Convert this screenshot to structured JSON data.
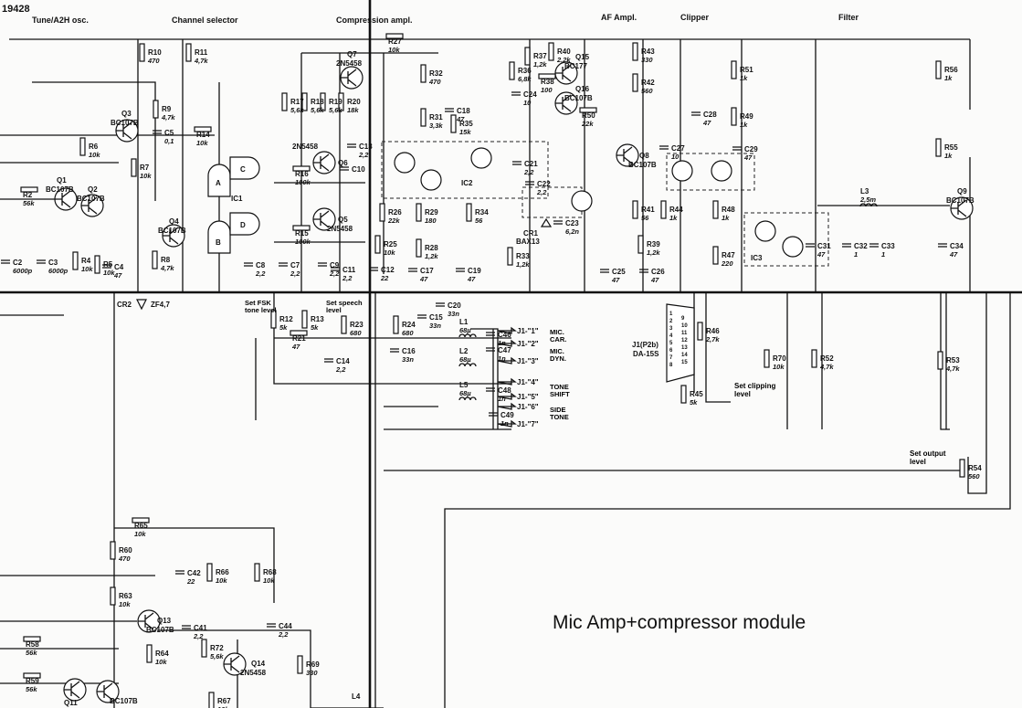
{
  "document_number": "19428",
  "sections": {
    "tune": "Tune/A2H osc.",
    "channel": "Channel selector",
    "compression": "Compression ampl.",
    "af": "AF Ampl.",
    "clipper": "Clipper",
    "filter": "Filter"
  },
  "module_title": "Mic Amp+compressor module",
  "components": {
    "R10": {
      "ref": "R10",
      "value": "470"
    },
    "R11": {
      "ref": "R11",
      "value": "4,7k"
    },
    "R9": {
      "ref": "R9",
      "value": "4,7k"
    },
    "C5": {
      "ref": "C5",
      "value": "0,1"
    },
    "R14": {
      "ref": "R14",
      "value": "10k"
    },
    "R6": {
      "ref": "R6",
      "value": "10k"
    },
    "R7": {
      "ref": "R7",
      "value": "10k"
    },
    "R2": {
      "ref": "R2",
      "value": "56k"
    },
    "R4": {
      "ref": "R4",
      "value": "10k"
    },
    "R5": {
      "ref": "R5",
      "value": "10k"
    },
    "C4": {
      "ref": "C4",
      "value": "47"
    },
    "C2": {
      "ref": "C2",
      "value": "6000p"
    },
    "C3": {
      "ref": "C3",
      "value": "6000p"
    },
    "R8": {
      "ref": "R8",
      "value": "4,7k"
    },
    "R17": {
      "ref": "R17",
      "value": "5,6k"
    },
    "R18": {
      "ref": "R18",
      "value": "5,6k"
    },
    "R19": {
      "ref": "R19",
      "value": "5,6k"
    },
    "R20": {
      "ref": "R20",
      "value": "18k"
    },
    "R27": {
      "ref": "R27",
      "value": "10k"
    },
    "R16": {
      "ref": "R16",
      "value": "100k"
    },
    "R15": {
      "ref": "R15",
      "value": "100k"
    },
    "C8": {
      "ref": "C8",
      "value": "2,2"
    },
    "C7": {
      "ref": "C7",
      "value": "2,2"
    },
    "C9": {
      "ref": "C9",
      "value": "2,2"
    },
    "C11": {
      "ref": "C11",
      "value": "2,2"
    },
    "C13": {
      "ref": "C13",
      "value": "2,2"
    },
    "C10": {
      "ref": "C10",
      "value": ""
    },
    "C12": {
      "ref": "C12",
      "value": "22"
    },
    "R26": {
      "ref": "R26",
      "value": "22k"
    },
    "R25": {
      "ref": "R25",
      "value": "10k"
    },
    "R29": {
      "ref": "R29",
      "value": "180"
    },
    "R28": {
      "ref": "R28",
      "value": "1,2k"
    },
    "C17": {
      "ref": "C17",
      "value": "47"
    },
    "C19": {
      "ref": "C19",
      "value": "47"
    },
    "R32": {
      "ref": "R32",
      "value": "470"
    },
    "R31": {
      "ref": "R31",
      "value": "3,3k"
    },
    "C18": {
      "ref": "C18",
      "value": "47"
    },
    "R35": {
      "ref": "R35",
      "value": "15k"
    },
    "R36": {
      "ref": "R36",
      "value": "6,8k"
    },
    "R37": {
      "ref": "R37",
      "value": "1,2k"
    },
    "R40": {
      "ref": "R40",
      "value": "2,2k"
    },
    "R38": {
      "ref": "R38",
      "value": "100"
    },
    "R50": {
      "ref": "R50",
      "value": "22k"
    },
    "C24": {
      "ref": "C24",
      "value": "10"
    },
    "C21": {
      "ref": "C21",
      "value": "2,2"
    },
    "C22": {
      "ref": "C22",
      "value": "2,2"
    },
    "C23": {
      "ref": "C23",
      "value": "6,2n"
    },
    "R34": {
      "ref": "R34",
      "value": "56"
    },
    "R33": {
      "ref": "R33",
      "value": "1,2k"
    },
    "R43": {
      "ref": "R43",
      "value": "330"
    },
    "R42": {
      "ref": "R42",
      "value": "560"
    },
    "R41": {
      "ref": "R41",
      "value": "56"
    },
    "R39": {
      "ref": "R39",
      "value": "1,2k"
    },
    "C25": {
      "ref": "C25",
      "value": "47"
    },
    "C26": {
      "ref": "C26",
      "value": "47"
    },
    "C27": {
      "ref": "C27",
      "value": "10"
    },
    "R44": {
      "ref": "R44",
      "value": "1k"
    },
    "C28": {
      "ref": "C28",
      "value": "47"
    },
    "R51": {
      "ref": "R51",
      "value": "1k"
    },
    "R49": {
      "ref": "R49",
      "value": "1k"
    },
    "C29": {
      "ref": "C29",
      "value": "47"
    },
    "R48": {
      "ref": "R48",
      "value": "1k"
    },
    "R47": {
      "ref": "R47",
      "value": "220"
    },
    "R56": {
      "ref": "R56",
      "value": "1k"
    },
    "R55": {
      "ref": "R55",
      "value": "1k"
    },
    "L3": {
      "ref": "L3",
      "value": "2,5m"
    },
    "C31": {
      "ref": "C31",
      "value": "47"
    },
    "C32": {
      "ref": "C32",
      "value": "1"
    },
    "C33": {
      "ref": "C33",
      "value": "1"
    },
    "C34": {
      "ref": "C34",
      "value": "47"
    },
    "R12": {
      "ref": "R12",
      "value": "5k"
    },
    "R13": {
      "ref": "R13",
      "value": "5k"
    },
    "R23": {
      "ref": "R23",
      "value": "680"
    },
    "R24": {
      "ref": "R24",
      "value": "680"
    },
    "R21": {
      "ref": "R21",
      "value": "47"
    },
    "C14": {
      "ref": "C14",
      "value": "2,2"
    },
    "C16": {
      "ref": "C16",
      "value": "33n"
    },
    "C15": {
      "ref": "C15",
      "value": "33n"
    },
    "C20": {
      "ref": "C20",
      "value": "33n"
    },
    "L1": {
      "ref": "L1",
      "value": "68µ"
    },
    "L2": {
      "ref": "L2",
      "value": "68µ"
    },
    "L5": {
      "ref": "L5",
      "value": "68µ"
    },
    "C46": {
      "ref": "C46",
      "value": "1n"
    },
    "C47": {
      "ref": "C47",
      "value": "1n"
    },
    "C48": {
      "ref": "C48",
      "value": "1n"
    },
    "C49": {
      "ref": "C49",
      "value": "1n"
    },
    "R46": {
      "ref": "R46",
      "value": "2,7k"
    },
    "R45": {
      "ref": "R45",
      "value": "5k"
    },
    "R70": {
      "ref": "R70",
      "value": "10k"
    },
    "R52": {
      "ref": "R52",
      "value": "4,7k"
    },
    "R53": {
      "ref": "R53",
      "value": "4,7k"
    },
    "R54": {
      "ref": "R54",
      "value": "560"
    },
    "R65": {
      "ref": "R65",
      "value": "10k"
    },
    "R60": {
      "ref": "R60",
      "value": "470"
    },
    "C42": {
      "ref": "C42",
      "value": "22"
    },
    "R66": {
      "ref": "R66",
      "value": "10k"
    },
    "R68": {
      "ref": "R68",
      "value": "10k"
    },
    "R63": {
      "ref": "R63",
      "value": "10k"
    },
    "C41": {
      "ref": "C41",
      "value": "2,2"
    },
    "C44": {
      "ref": "C44",
      "value": "2,2"
    },
    "R64": {
      "ref": "R64",
      "value": "10k"
    },
    "R72": {
      "ref": "R72",
      "value": "5,6k"
    },
    "R69": {
      "ref": "R69",
      "value": "330"
    },
    "R58": {
      "ref": "R58",
      "value": "56k"
    },
    "R59": {
      "ref": "R59",
      "value": "56k"
    },
    "R67": {
      "ref": "R67",
      "value": "10k"
    },
    "L4": {
      "ref": "L4",
      "value": ""
    }
  },
  "transistors": {
    "Q1": {
      "ref": "Q1",
      "type": "BC107B"
    },
    "Q2": {
      "ref": "Q2",
      "type": "BC107B"
    },
    "Q3": {
      "ref": "Q3",
      "type": "BC107B"
    },
    "Q4": {
      "ref": "Q4",
      "type": "BC107B"
    },
    "Q5": {
      "ref": "Q5",
      "type": "2N5458"
    },
    "Q6": {
      "ref": "Q6",
      "type": "2N5458"
    },
    "Q7": {
      "ref": "Q7",
      "type": "2N5458"
    },
    "Q8": {
      "ref": "Q8",
      "type": "BC107B"
    },
    "Q9": {
      "ref": "Q9",
      "type": "BC107B"
    },
    "Q11": {
      "ref": "Q11",
      "type": ""
    },
    "Q12": {
      "ref": "",
      "type": "BC107B"
    },
    "Q13": {
      "ref": "Q13",
      "type": "BC107B"
    },
    "Q14": {
      "ref": "Q14",
      "type": "2N5458"
    },
    "Q15": {
      "ref": "Q15",
      "type": "BC177"
    },
    "Q16": {
      "ref": "Q16",
      "type": "BC107B"
    }
  },
  "diodes": {
    "CR1": {
      "ref": "CR1",
      "type": "BAX13"
    },
    "CR2": {
      "ref": "CR2",
      "type": "ZF4,7"
    }
  },
  "ics": {
    "IC1": "IC1",
    "IC2": "IC2",
    "IC3": "IC3"
  },
  "gates": {
    "A": "A",
    "B": "B",
    "C": "C",
    "D": "D"
  },
  "adjustments": {
    "fsk": "Set FSK tone level",
    "speech": "Set speech level",
    "clipping": "Set clipping level",
    "output": "Set output level"
  },
  "connector": {
    "name": "J1(P2b)",
    "type": "DA-15S",
    "pins": [
      "1",
      "2",
      "3",
      "4",
      "5",
      "6",
      "7",
      "8",
      "9",
      "10",
      "11",
      "12",
      "13",
      "14",
      "15"
    ],
    "terminals": [
      "J1-\"1\"",
      "J1-\"2\"",
      "J1-\"3\"",
      "J1-\"4\"",
      "J1-\"5\"",
      "J1-\"6\"",
      "J1-\"7\""
    ],
    "groups": {
      "mic_car": "MIC. CAR.",
      "mic_dyn": "MIC. DYN.",
      "tone_shift": "TONE SHIFT",
      "side_tone": "SIDE TONE"
    }
  }
}
